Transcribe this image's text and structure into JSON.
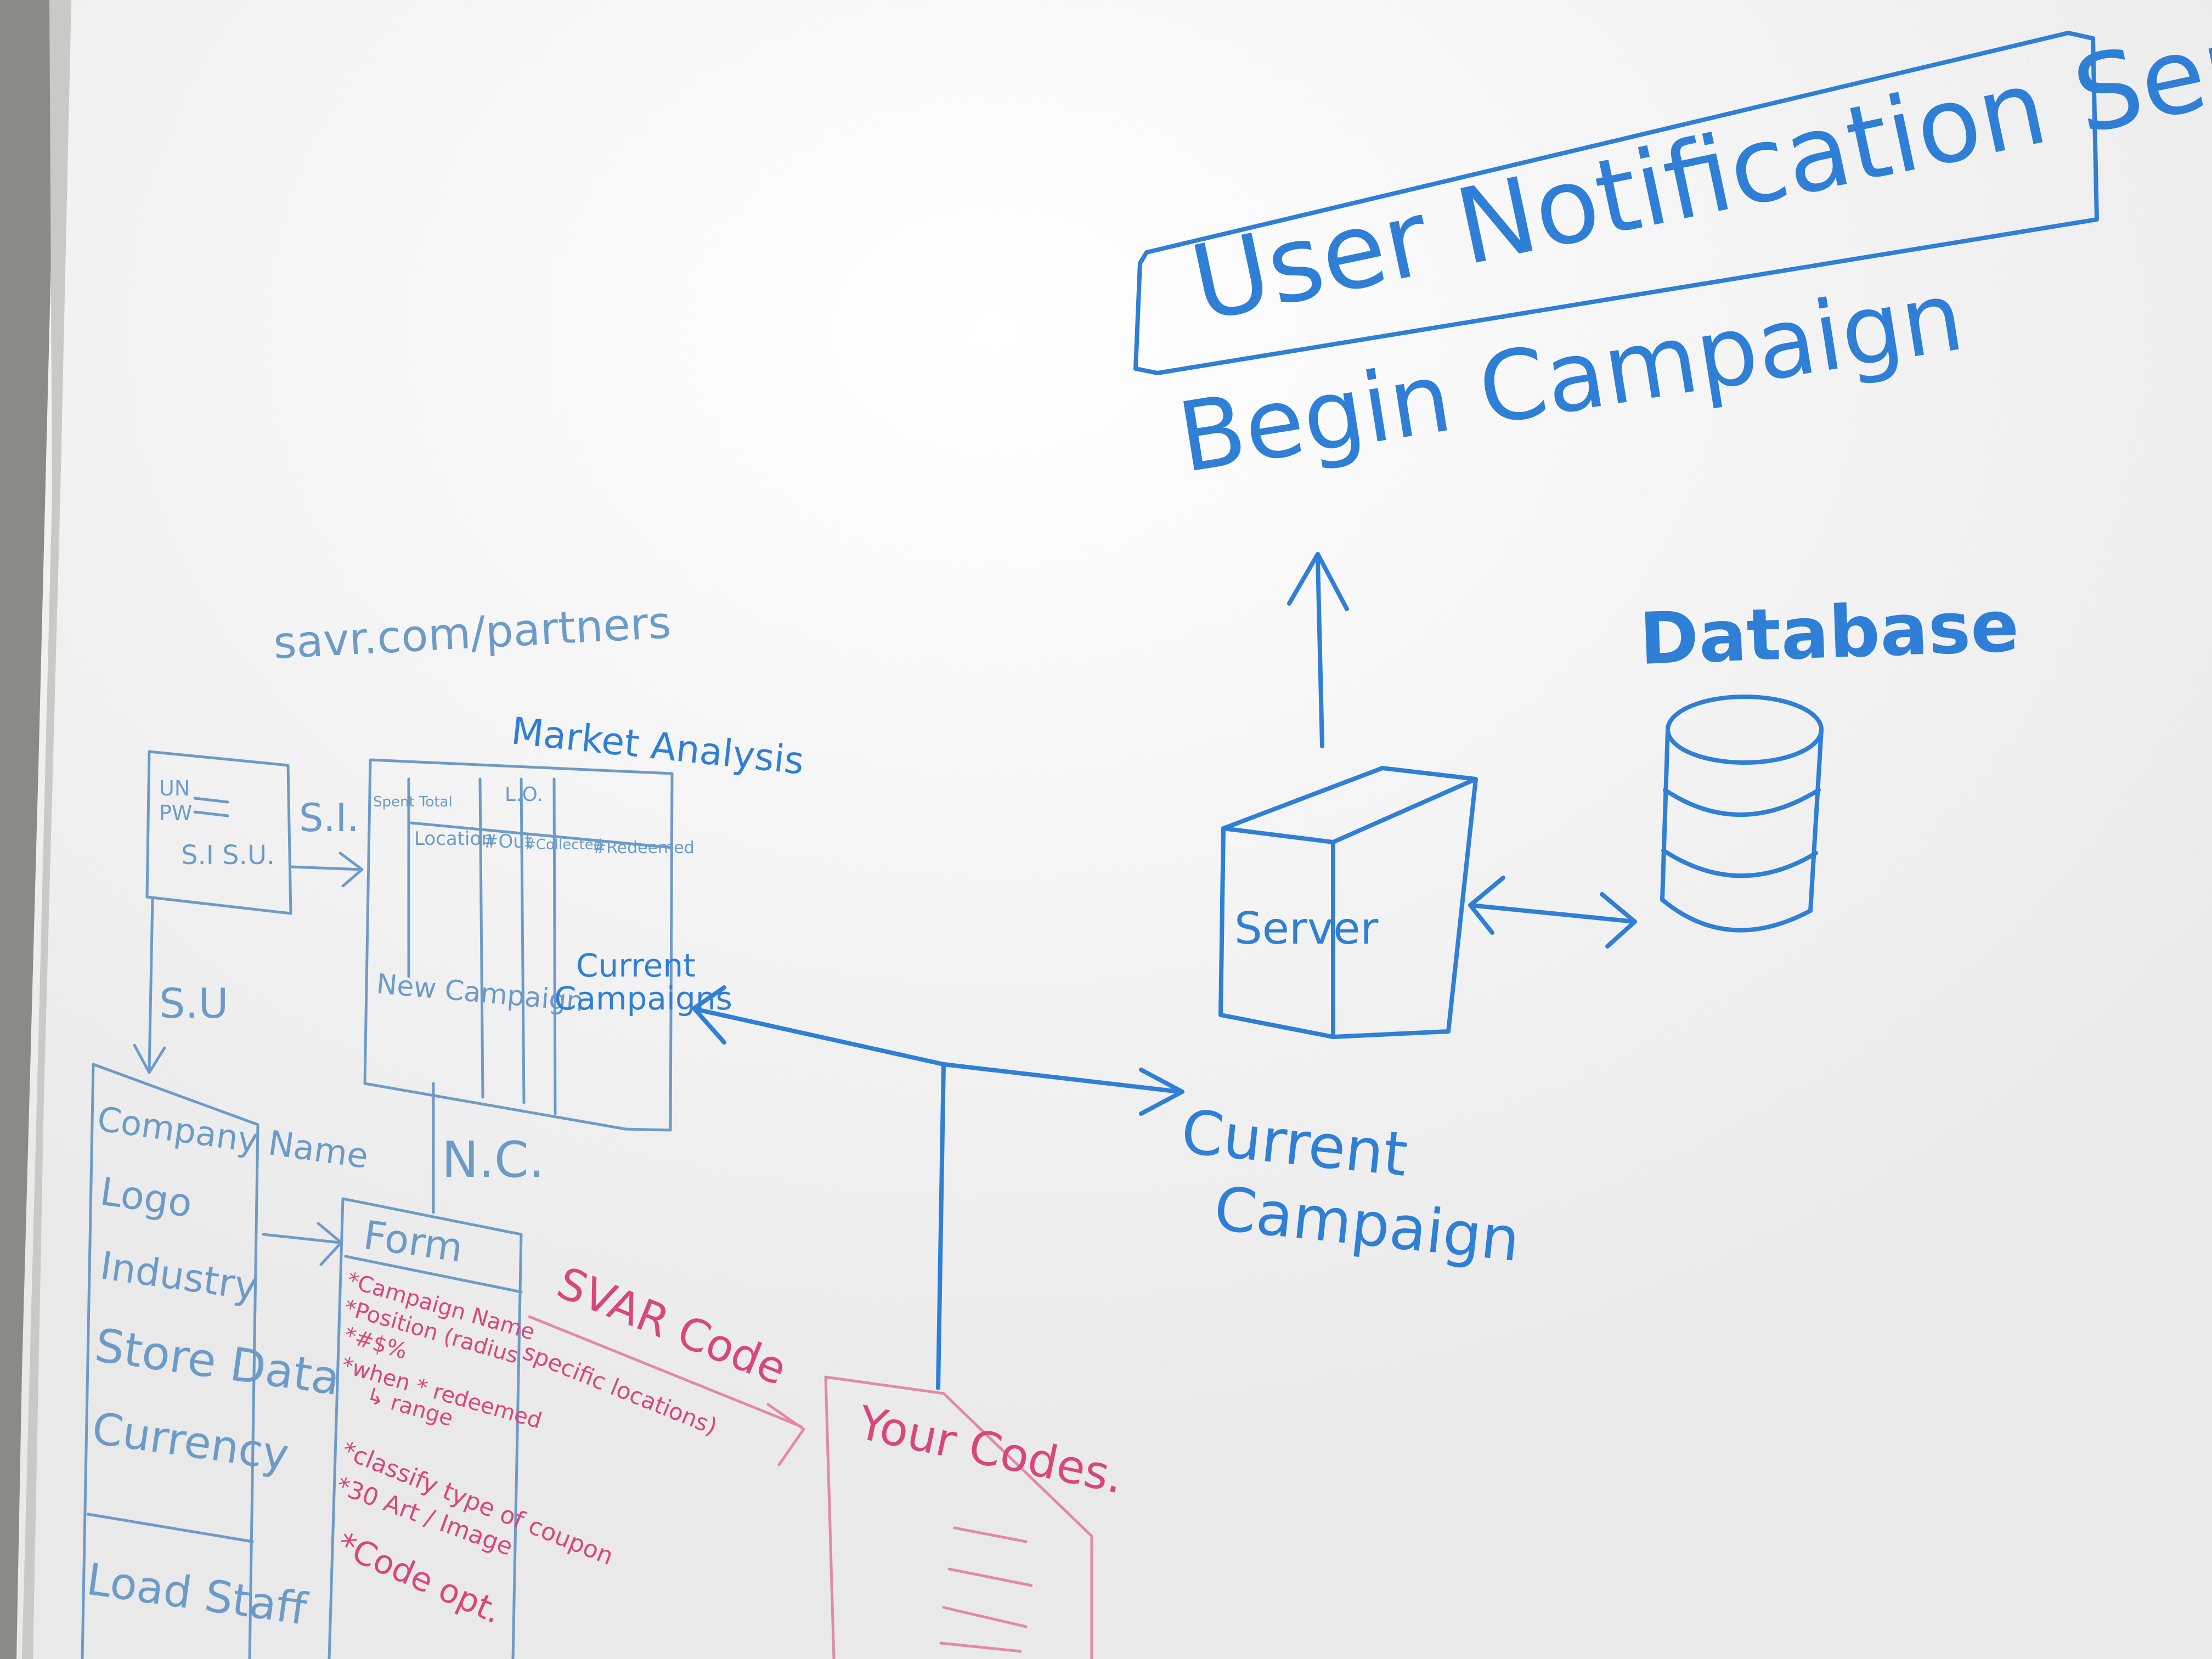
{
  "colors": {
    "blue_marker": "#2f7fd6",
    "pale_blue_marker": "#6d9bc8",
    "red_marker": "#d9477a",
    "pale_red_marker": "#e08aa8",
    "board_white": "#f3f3f3",
    "wall_gray": "#8a8a86"
  },
  "notification_box": {
    "label": "User Notification Sent"
  },
  "begin_campaign": "Begin Campaign",
  "database": {
    "label": "Database"
  },
  "server": {
    "label": "Server"
  },
  "current_campaign": {
    "line1": "Current",
    "line2": "Campaign"
  },
  "url": "savr.com/partners",
  "login_box": {
    "un": "UN",
    "pw": "PW",
    "actions": "S.I  S.U."
  },
  "arrow_si": "S.I.",
  "arrow_su": "S.U",
  "dashboard": {
    "title": "Market Analysis",
    "spent_total": "Spent Total",
    "col_location": "Location",
    "col_out": "#Out",
    "col_collected": "#Collected",
    "col_redeemed": "#Redeemed",
    "lo": "L.O.",
    "new_campaign": "New Campaign",
    "current_line1": "Current",
    "current_line2": "Campaigns"
  },
  "nc_label": "N.C.",
  "signup_list": {
    "items": [
      "Company Name",
      "Logo",
      "Industry",
      "Store Data",
      "Currency",
      "Load Staff"
    ]
  },
  "form": {
    "title": "Form",
    "items": [
      "*Campaign Name",
      "*Position (radius",
      "*#$%",
      "*when * redeemed",
      "↳ range",
      "*classify type of coupon",
      "*30 Art / Image",
      "*Code opt."
    ]
  },
  "svar_code": "SVAR Code",
  "specific_locations": "specific locations)",
  "your_codes": {
    "title": "Your Codes."
  }
}
